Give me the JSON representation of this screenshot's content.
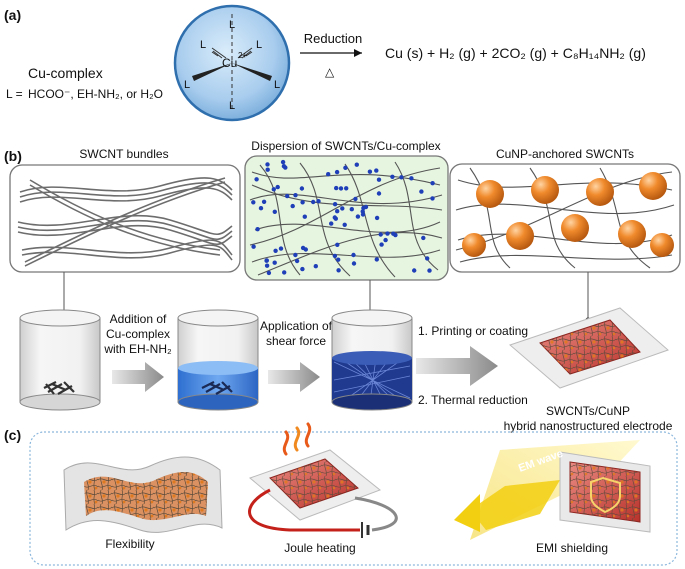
{
  "panel_a": {
    "tag": "(a)",
    "complex_title": "Cu-complex",
    "ligand_label": "L =",
    "ligand_list": "HCOO⁻, EH-NH₂, or H₂O",
    "metal": "Cu",
    "charge": "2+",
    "ligand": "L",
    "arrow_label": "Reduction",
    "heat_symbol": "△",
    "products": "Cu (s) + H₂ (g) + 2CO₂ (g) + C₈H₁₄NH₂ (g)"
  },
  "panel_b": {
    "tag": "(b)",
    "box1_title": "SWCNT bundles",
    "box2_title": "Dispersion of SWCNTs/Cu-complex",
    "box3_title": "CuNP-anchored SWCNTs",
    "step1_line1": "Addition of",
    "step1_line2": "Cu-complex",
    "step1_line3": "with EH-NH₂",
    "step2_line1": "Application of",
    "step2_line2": "shear force",
    "step3_line1": "1. Printing or coating",
    "step3_line2": "2. Thermal reduction",
    "result_line1": "SWCNTs/CuNP",
    "result_line2": "hybrid nanostructured electrode"
  },
  "panel_c": {
    "tag": "(c)",
    "app1": "Flexibility",
    "app2": "Joule heating",
    "app3": "EMI shielding",
    "wave_label": "EM wave"
  },
  "colors": {
    "sphere": "#a9cdee",
    "dispersion_bg": "#e6f5e0",
    "liquid_blue": "#4a8fe0",
    "cunp_orange": "#e8761e",
    "electrode_red": "#c0332b",
    "dashed_border": "#8cb7dc"
  }
}
